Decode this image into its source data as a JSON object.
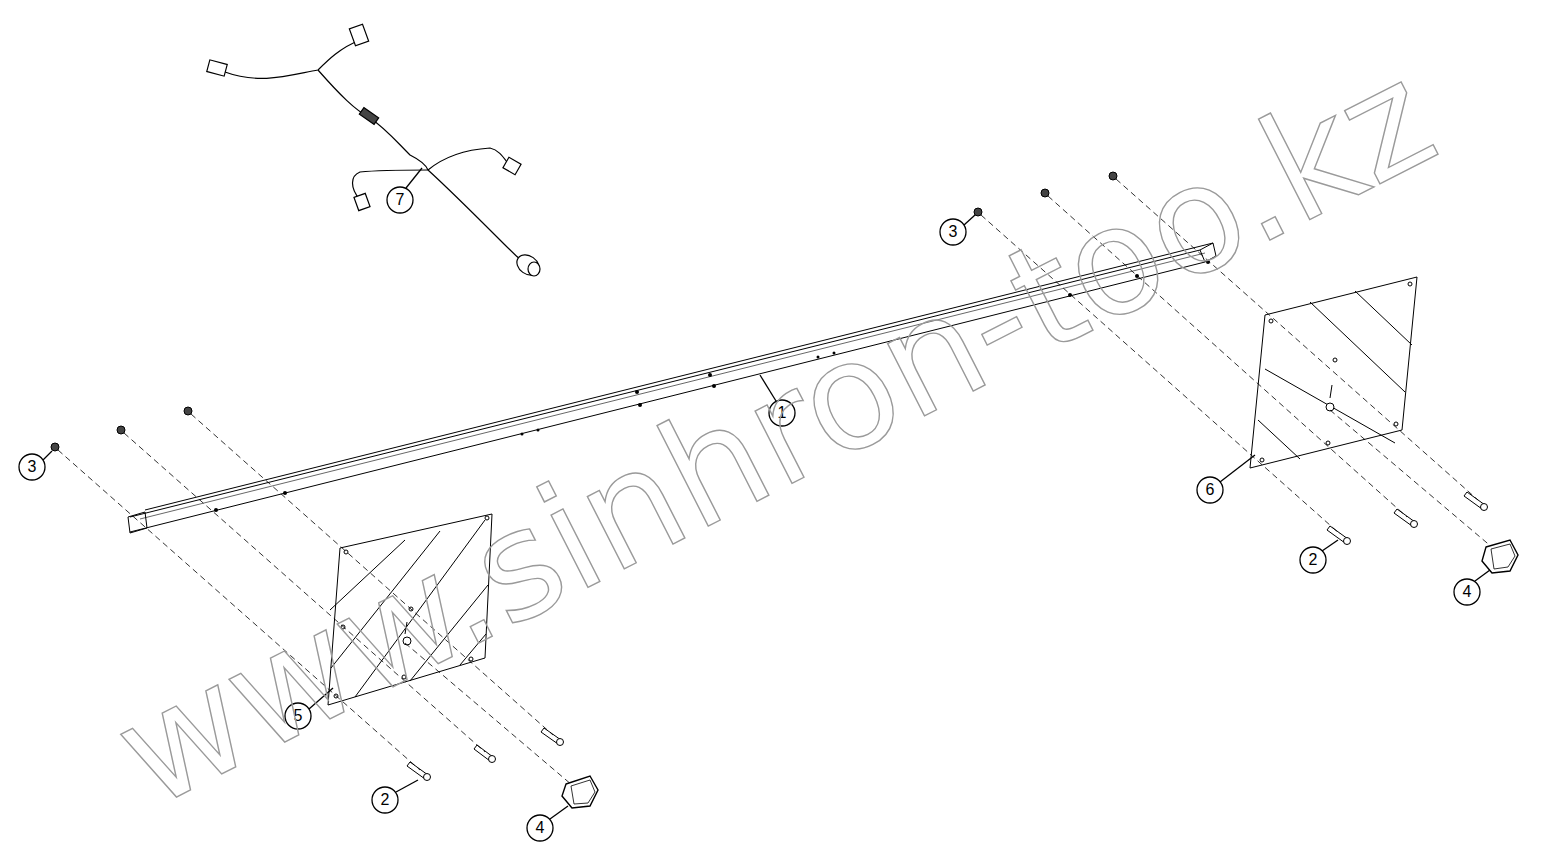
{
  "diagram": {
    "labels": [
      "7",
      "3",
      "1",
      "3",
      "6",
      "5",
      "2",
      "4",
      "2",
      "4",
      "www.sinhron-too.kz"
    ]
  }
}
